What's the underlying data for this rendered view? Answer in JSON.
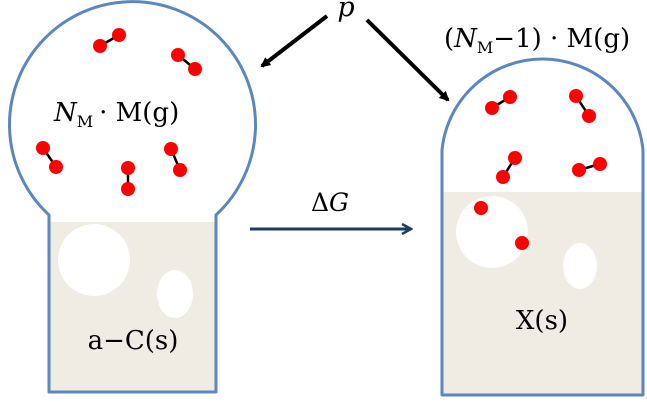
{
  "labels": {
    "pressure": "p",
    "gibbs_delta": "Δ",
    "gibbs_symbol": "G",
    "left_count_symbol": "N",
    "left_count_sub": "M",
    "left_species": "· M(g)",
    "right_open": "(",
    "right_count_symbol": "N",
    "right_count_sub": "M",
    "right_minus": "−1) · M(g)",
    "left_solid": "a−C(s)",
    "right_solid": "X(s)"
  },
  "colors": {
    "outline": "#5B86BE",
    "solid_fill": "#EEECE3",
    "molecule": "#FF0000",
    "reaction_arrow": "#1F3A66",
    "pressure_arrow": "#000000"
  }
}
